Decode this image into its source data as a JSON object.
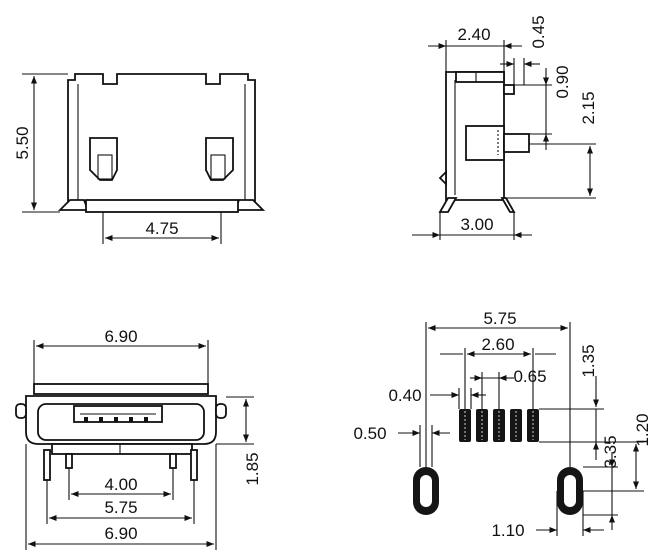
{
  "views": {
    "top_view": {
      "height_dim": "5.50",
      "width_dim": "4.75"
    },
    "side_view": {
      "top_width_dim": "2.40",
      "top_offset_dim": "0.45",
      "step_dim": "0.90",
      "height_dim": "2.15",
      "base_width_dim": "3.00"
    },
    "front_view": {
      "overall_width_dim": "6.90",
      "pin_span_dim": "4.00",
      "pad_span_dim": "5.75",
      "bottom_width_dim": "6.90",
      "height_dim": "1.85"
    },
    "footprint": {
      "overall_span_dim": "5.75",
      "signal_span_dim": "2.60",
      "pitch_dim": "0.65",
      "pad_width_dim": "0.40",
      "slot_width_dim": "0.50",
      "pad_offset_dim": "1.35",
      "pad_length_dim": "1.20",
      "slot_height_dim": "3.35",
      "slot_length_dim": "1.10"
    }
  }
}
